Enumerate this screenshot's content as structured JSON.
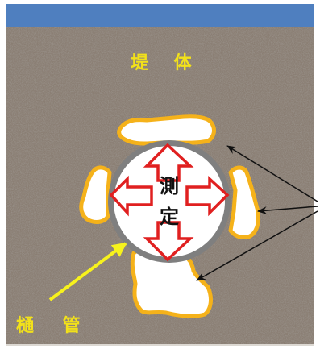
{
  "labels": {
    "embankment": "堤 体",
    "pipe": "樋 管",
    "measurement": "測定"
  },
  "colors": {
    "header_bar": "#4f7fbf",
    "soil": "#8a7e73",
    "void_fill": "#ffffff",
    "void_outline": "#f5b21a",
    "pipe_ring": "#7f7f7f",
    "arrows": "#e02020",
    "pointer_arrow": "#f7f21c",
    "callout_lines": "#111111",
    "label_text": "#f2e11a"
  }
}
